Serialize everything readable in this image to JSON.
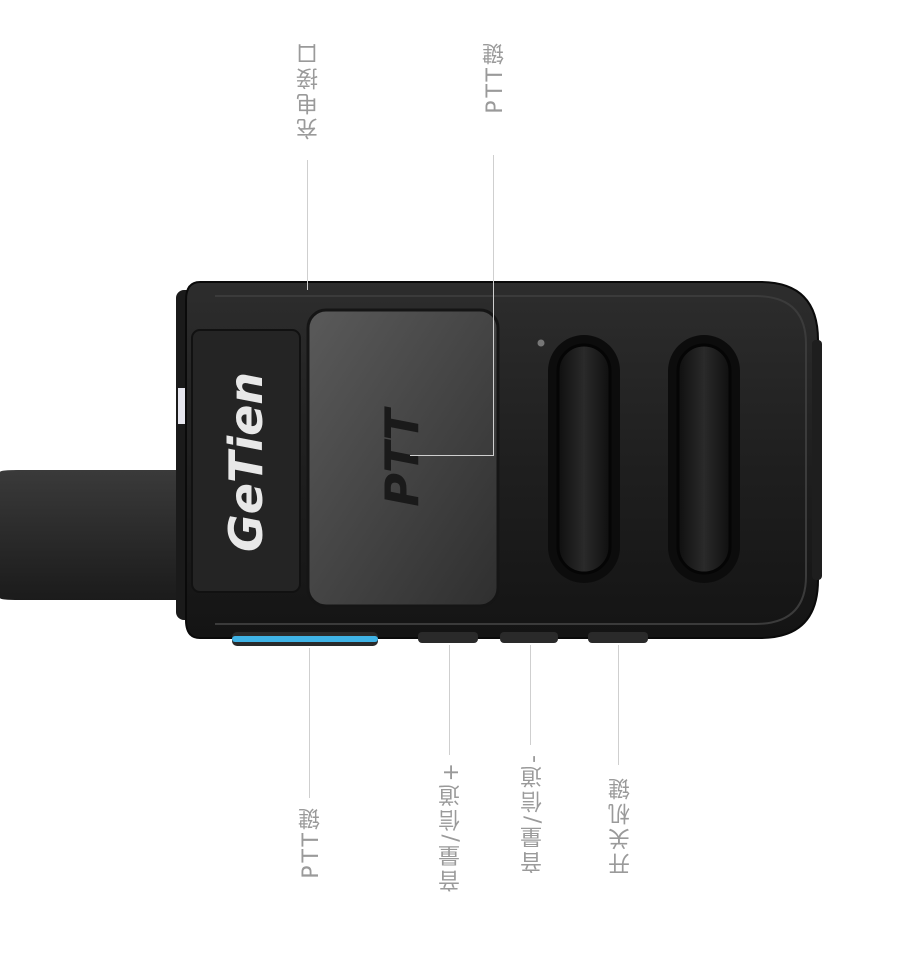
{
  "device": {
    "brand_logo": "GeTien",
    "ptt_key_marking": "PTT"
  },
  "labels": {
    "top_charging_port": "充电接口",
    "top_ptt_key": "PTT键",
    "bottom_ptt_key": "PTT键",
    "bottom_volume_channel_up": "音量/信道+",
    "bottom_volume_channel_down": "音量/信道-",
    "bottom_power_key": "开关机键"
  }
}
